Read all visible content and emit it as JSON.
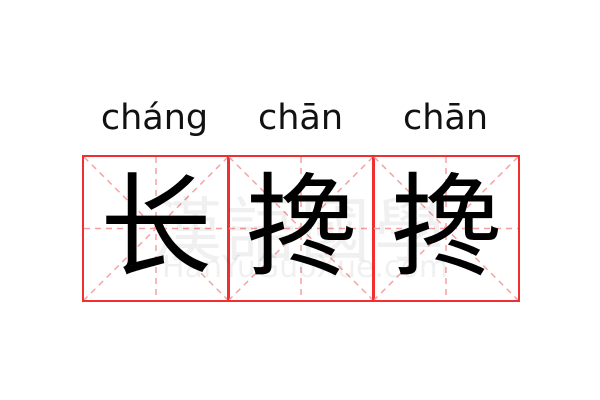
{
  "entries": [
    {
      "pinyin": "cháng",
      "char": "长"
    },
    {
      "pinyin": "chān",
      "char": "搀"
    },
    {
      "pinyin": "chān",
      "char": "搀"
    }
  ],
  "watermark": {
    "text": "漢語國學",
    "url": "HanYuGuoXue.com"
  },
  "colors": {
    "border": "#f03030",
    "guide": "#f5a0a0"
  }
}
